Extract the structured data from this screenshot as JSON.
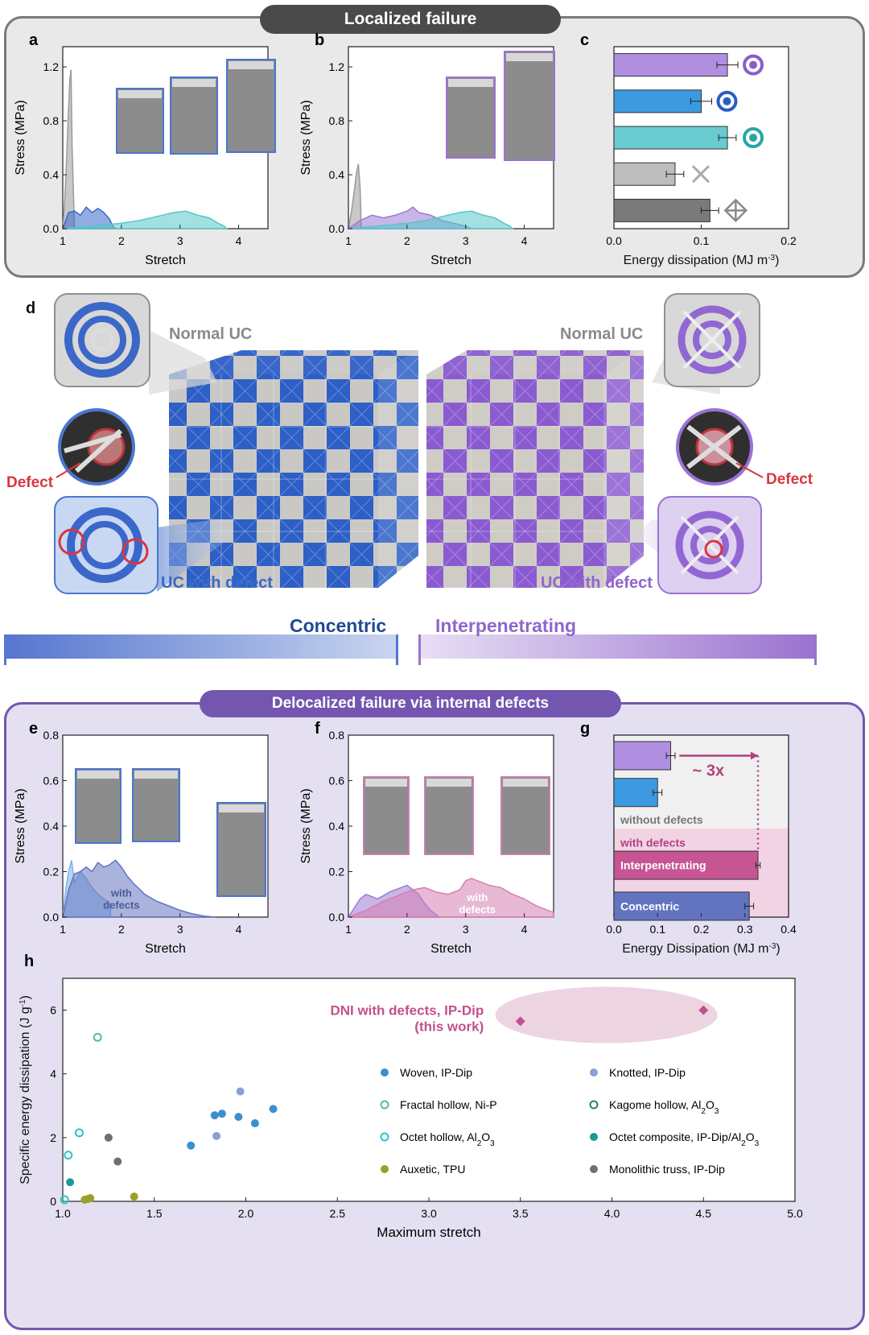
{
  "top_panel": {
    "title": "Localized failure",
    "bg": "#e9e9e9",
    "border": "#7a7a7a"
  },
  "bottom_panel": {
    "title": "Delocalized failure via internal defects",
    "bg": "#e5e0f1",
    "border": "#7356b0"
  },
  "panel_letters": {
    "a": "a",
    "b": "b",
    "c": "c",
    "d": "d",
    "e": "e",
    "f": "f",
    "g": "g",
    "h": "h"
  },
  "colors": {
    "blue": "#3a68c8",
    "blue_light": "#7fb2e8",
    "teal": "#58c6c9",
    "gray": "#9a9a9a",
    "purple": "#9a7ad6",
    "purple_light": "#b9a4e2",
    "pink": "#d67fb0",
    "navy": "#6274c0",
    "red": "#d9363e",
    "title_blue": "#1e4a96",
    "title_purple": "#9066cc"
  },
  "panel_d": {
    "normal_uc_left": "Normal UC",
    "normal_uc_right": "Normal UC",
    "defect_left": "Defect",
    "defect_right": "Defect",
    "uc_defect_left": "UC with defect",
    "uc_defect_right": "UC with defect",
    "concentric": "Concentric",
    "interpenetrating": "Interpenetrating"
  },
  "chart_data": [
    {
      "id": "a",
      "type": "area",
      "xlabel": "Stretch",
      "ylabel": "Stress (MPa)",
      "xlim": [
        1,
        4.5
      ],
      "ylim": [
        0,
        1.35
      ],
      "xticks": [
        1,
        2,
        3,
        4
      ],
      "yticks": [
        0.0,
        0.4,
        0.8,
        1.2
      ],
      "series": [
        {
          "color": "gray",
          "x": [
            1.0,
            1.03,
            1.06,
            1.09,
            1.12,
            1.14,
            1.16,
            1.2
          ],
          "y": [
            0,
            0.18,
            0.45,
            0.8,
            1.1,
            1.18,
            0.6,
            0
          ]
        },
        {
          "color": "blue",
          "x": [
            1.0,
            1.1,
            1.2,
            1.3,
            1.4,
            1.5,
            1.6,
            1.7,
            1.8,
            1.85,
            1.9
          ],
          "y": [
            0,
            0.12,
            0.13,
            0.1,
            0.16,
            0.12,
            0.15,
            0.12,
            0.07,
            0.02,
            0
          ]
        },
        {
          "color": "teal",
          "x": [
            1.0,
            1.5,
            2.0,
            2.3,
            2.6,
            2.9,
            3.1,
            3.3,
            3.5,
            3.65,
            3.75,
            3.8
          ],
          "y": [
            0,
            0.02,
            0.04,
            0.06,
            0.09,
            0.12,
            0.13,
            0.1,
            0.08,
            0.04,
            0.02,
            0
          ]
        }
      ]
    },
    {
      "id": "b",
      "type": "area",
      "xlabel": "Stretch",
      "ylabel": "Stress (MPa)",
      "xlim": [
        1,
        4.5
      ],
      "ylim": [
        0,
        1.35
      ],
      "xticks": [
        1,
        2,
        3,
        4
      ],
      "yticks": [
        0.0,
        0.4,
        0.8,
        1.2
      ],
      "series": [
        {
          "color": "gray",
          "x": [
            1.0,
            1.05,
            1.1,
            1.14,
            1.17,
            1.2,
            1.22
          ],
          "y": [
            0,
            0.12,
            0.28,
            0.42,
            0.48,
            0.3,
            0
          ]
        },
        {
          "color": "purple",
          "x": [
            1.0,
            1.2,
            1.4,
            1.6,
            1.8,
            2.0,
            2.1,
            2.2,
            2.4,
            2.6,
            2.8,
            3.0,
            3.1
          ],
          "y": [
            0,
            0.06,
            0.1,
            0.08,
            0.1,
            0.13,
            0.16,
            0.12,
            0.1,
            0.06,
            0.04,
            0.02,
            0
          ]
        },
        {
          "color": "teal",
          "x": [
            1.0,
            1.5,
            2.0,
            2.3,
            2.6,
            2.9,
            3.1,
            3.3,
            3.5,
            3.65,
            3.75,
            3.8
          ],
          "y": [
            0,
            0.02,
            0.04,
            0.06,
            0.09,
            0.12,
            0.13,
            0.1,
            0.08,
            0.04,
            0.02,
            0
          ]
        }
      ]
    },
    {
      "id": "c",
      "type": "bar",
      "xlabel": "Energy dissipation (MJ m-3)",
      "xlim": [
        0,
        0.2
      ],
      "xticks": [
        0.0,
        0.1,
        0.2
      ],
      "values": [
        0.13,
        0.1,
        0.13,
        0.07,
        0.11
      ],
      "errors": [
        0.012,
        0.012,
        0.01,
        0.01,
        0.01
      ],
      "colors": [
        "#b08fe0",
        "#3d9ae0",
        "#68cbcf",
        "#bdbdbd",
        "#7a7a7a"
      ]
    },
    {
      "id": "e",
      "type": "area",
      "xlabel": "Stretch",
      "ylabel": "Stress (MPa)",
      "xlim": [
        1,
        4.5
      ],
      "ylim": [
        0,
        0.8
      ],
      "xticks": [
        1,
        2,
        3,
        4
      ],
      "yticks": [
        0.0,
        0.2,
        0.4,
        0.6,
        0.8
      ],
      "annotation": "with\ndefects",
      "series": [
        {
          "color": "blue_light",
          "x": [
            1.0,
            1.05,
            1.1,
            1.15,
            1.2,
            1.3,
            1.4,
            1.5,
            1.6,
            1.7,
            1.8,
            1.82
          ],
          "y": [
            0,
            0.12,
            0.2,
            0.25,
            0.15,
            0.2,
            0.17,
            0.13,
            0.1,
            0.08,
            0.06,
            0
          ]
        },
        {
          "color": "navy",
          "x": [
            1.0,
            1.1,
            1.2,
            1.3,
            1.4,
            1.5,
            1.6,
            1.7,
            1.8,
            1.9,
            2.0,
            2.1,
            2.2,
            2.4,
            2.6,
            2.8,
            3.0,
            3.2,
            3.4,
            3.6
          ],
          "y": [
            0,
            0.12,
            0.19,
            0.2,
            0.22,
            0.2,
            0.24,
            0.22,
            0.23,
            0.25,
            0.22,
            0.18,
            0.15,
            0.1,
            0.07,
            0.05,
            0.03,
            0.015,
            0.005,
            0
          ]
        }
      ]
    },
    {
      "id": "f",
      "type": "area",
      "xlabel": "Stretch",
      "ylabel": "Stress (MPa)",
      "xlim": [
        1,
        4.5
      ],
      "ylim": [
        0,
        0.8
      ],
      "xticks": [
        1,
        2,
        3,
        4
      ],
      "yticks": [
        0.0,
        0.2,
        0.4,
        0.6,
        0.8
      ],
      "annotation": "with\ndefects",
      "series": [
        {
          "color": "purple",
          "x": [
            1.0,
            1.1,
            1.2,
            1.3,
            1.5,
            1.7,
            1.9,
            2.0,
            2.1,
            2.2,
            2.3,
            2.4,
            2.5,
            2.55
          ],
          "y": [
            0,
            0.04,
            0.08,
            0.1,
            0.08,
            0.11,
            0.13,
            0.14,
            0.12,
            0.1,
            0.06,
            0.03,
            0.01,
            0
          ]
        },
        {
          "color": "pink",
          "x": [
            1.0,
            1.3,
            1.6,
            1.9,
            2.1,
            2.3,
            2.5,
            2.7,
            2.9,
            3.0,
            3.1,
            3.2,
            3.4,
            3.6,
            3.8,
            4.0,
            4.2,
            4.4,
            4.5
          ],
          "y": [
            0,
            0.03,
            0.07,
            0.1,
            0.12,
            0.13,
            0.11,
            0.1,
            0.12,
            0.16,
            0.17,
            0.16,
            0.14,
            0.13,
            0.1,
            0.08,
            0.05,
            0.03,
            0.02
          ]
        }
      ]
    },
    {
      "id": "g",
      "type": "bar",
      "xlabel": "Energy Dissipation (MJ m-3)",
      "xlim": [
        0,
        0.4
      ],
      "xticks": [
        0.0,
        0.1,
        0.2,
        0.3,
        0.4
      ],
      "without_label": "without defects",
      "with_label": "with defects",
      "ratio_label": "~ 3x",
      "values": [
        0.13,
        0.1,
        0.33,
        0.31
      ],
      "errors": [
        0.01,
        0.01,
        0.005,
        0.01
      ],
      "bar_labels": [
        "",
        "",
        "Interpenetrating",
        "Concentric"
      ],
      "colors": [
        "#b08fe0",
        "#3d9ae0",
        "#c75593",
        "#6274c0"
      ]
    },
    {
      "id": "h",
      "type": "scatter",
      "xlabel": "Maximum stretch",
      "ylabel": "Specific energy dissipation (J g-1)",
      "xlim": [
        1.0,
        5.0
      ],
      "ylim": [
        0,
        7
      ],
      "xticks": [
        1.0,
        1.5,
        2.0,
        2.5,
        3.0,
        3.5,
        4.0,
        4.5,
        5.0
      ],
      "yticks": [
        0,
        2,
        4,
        6
      ],
      "highlight_label_1": "DNI with defects, IP-Dip",
      "highlight_label_2": "(this work)",
      "series": [
        {
          "name": "DNI with defects, IP-Dip",
          "marker": "diamond",
          "color": "#c2508e",
          "x": [
            3.5,
            4.5
          ],
          "y": [
            5.65,
            6.0
          ]
        },
        {
          "name": "Woven, IP-Dip",
          "marker": "filled",
          "color": "#3a8fd0",
          "x": [
            1.7,
            1.83,
            1.87,
            1.96,
            2.05,
            2.15
          ],
          "y": [
            1.75,
            2.7,
            2.75,
            2.65,
            2.45,
            2.9
          ]
        },
        {
          "name": "Knotted, IP-Dip",
          "marker": "filled",
          "color": "#8c9fd6",
          "x": [
            1.97,
            1.84
          ],
          "y": [
            3.45,
            2.05
          ]
        },
        {
          "name": "Fractal hollow, Ni-P",
          "marker": "open",
          "color": "#52bf9a",
          "x": [
            1.19
          ],
          "y": [
            5.15
          ]
        },
        {
          "name": "Kagome hollow, Al2O3",
          "marker": "open",
          "color": "#2c8a55",
          "x": [],
          "y": []
        },
        {
          "name": "Octet hollow, Al2O3",
          "marker": "open",
          "color": "#2ec3c3",
          "x": [
            1.03,
            1.09,
            1.01
          ],
          "y": [
            1.45,
            2.15,
            0.05
          ]
        },
        {
          "name": "Octet composite, IP-Dip/Al2O3",
          "marker": "filled",
          "color": "#1a9a95",
          "x": [
            1.04
          ],
          "y": [
            0.6
          ]
        },
        {
          "name": "Auxetic, TPU",
          "marker": "filled",
          "color": "#9aa02a",
          "x": [
            1.12,
            1.14,
            1.15,
            1.39
          ],
          "y": [
            0.05,
            0.08,
            0.1,
            0.15
          ]
        },
        {
          "name": "Monolithic truss, IP-Dip",
          "marker": "filled",
          "color": "#707070",
          "x": [
            1.25,
            1.3
          ],
          "y": [
            2.0,
            1.25
          ]
        }
      ]
    }
  ]
}
